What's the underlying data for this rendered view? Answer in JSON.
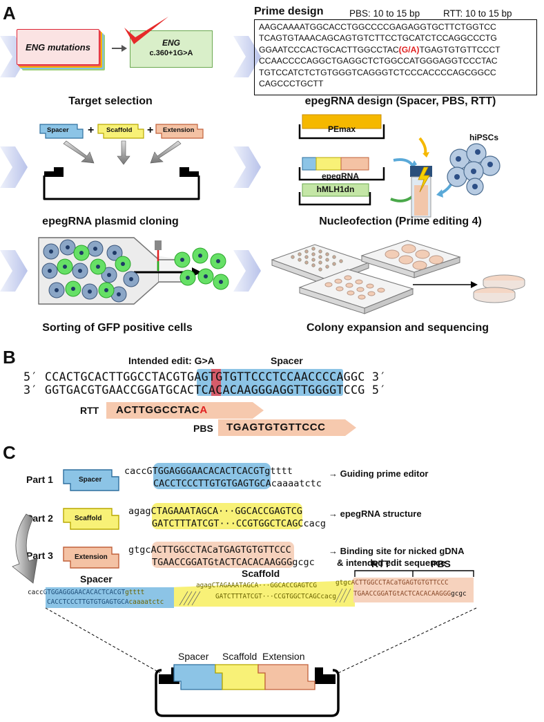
{
  "panels": {
    "a": "A",
    "b": "B",
    "c": "C"
  },
  "a": {
    "mutations_label": "ENG mutations",
    "target_gene": "ENG",
    "target_variant": "c.360+1G>A",
    "target_caption": "Target selection",
    "prime_title": "Prime design",
    "pbs_range": "PBS: 10 to 15 bp",
    "rtt_range": "RTT: 10 to 15 bp",
    "seq_lines": [
      "AAGCAAAATGGCACCTGGCCCCGAGAGGTGCTTCTGGTCC",
      "TCAGTGTAAACAGCAGTGTCTTCCTGCATCTCCAGGCCCTG",
      "GGAATCCCACTGCACTTGGCCTAC",
      "(G/A)",
      "TGAGTGTGTTCCCT",
      "CCAACCCCAGGCTGAGGCTCTGGCCATGGGAGGTCCCTAC",
      "TGTCCATCTCTGTGGGTCAGGGTCTCCCACCCCAGCGGCC",
      "CAGCCCTGCTT"
    ],
    "design_caption": "epegRNA design (Spacer, PBS, RTT)",
    "spacer": "Spacer",
    "scaffold": "Scaffold",
    "extension": "Extension",
    "plus": "+",
    "cloning_caption": "epegRNA plasmid cloning",
    "pemax": "PEmax",
    "epegrna": "epegRNA",
    "hmlh1dn": "hMLH1dn",
    "hipscs": "hiPSCs",
    "nucleo_caption": "Nucleofection (Prime editing 4)",
    "sorting_caption": "Sorting of GFP positive cells",
    "colony_caption": "Colony expansion and sequencing"
  },
  "b": {
    "intended_edit": "Intended edit: G>A",
    "spacer_label": "Spacer",
    "top_5": "5′",
    "top_pre": "CCACTGCACTTGGCCT",
    "top_ac": "AC",
    "top_g": "G",
    "top_spacer_rest": "TGAGTGTGTTCCCTCCA",
    "top_post": "ACCCCAGGC",
    "top_3": "3′",
    "bot_3": "3′",
    "bot_pre": "GGTGACGTGAACCGGA",
    "bot_tg": "TG",
    "bot_c": "C",
    "bot_spacer_rest": "ACTCACACAAGGGAGGT",
    "bot_post": "TGGGGTCCG",
    "bot_5": "5′",
    "rtt_label": "RTT",
    "rtt_seq": "ACTTGGCCTAC",
    "rtt_edit": "A",
    "pbs_label": "PBS",
    "pbs_seq": "TGAGTGTGTTCCC"
  },
  "c": {
    "part1": "Part 1",
    "part2": "Part 2",
    "part3": "Part 3",
    "p1_top_pre": "caccG",
    "p1_top_hl": "TGGAGGGAACACACTCACG",
    "p1_top_post": "Tgtttt",
    "p1_bot_hl": "CACCTCCCTTGTGTGAGTGC",
    "p1_bot_post": "Acaaaatctc",
    "p1_note": "→ Guiding prime editor",
    "p2_top_pre": "agag",
    "p2_top_hl": "CTAGAAATAGCA···GGCACCGAGTCG",
    "p2_bot_hl": "GATCTTTATCGT···CCGTGGCTCAGC",
    "p2_bot_post": "cacg",
    "p2_note": "→ epegRNA structure",
    "p3_top_pre": "gtgc",
    "p3_top_hl": "ACTTGGCCTACaTGAGTGTGTTCCC",
    "p3_bot_hl": "TGAACCGGATGtACTCACACAAGGG",
    "p3_bot_post": "gcgc",
    "p3_note1": "→ Binding site for nicked gDNA",
    "p3_note2": "& intended edit sequence",
    "asm_spacer": "Spacer",
    "asm_scaffold": "Scaffold",
    "asm_rtt": "RTT",
    "asm_pbs": "PBS",
    "asm_top_cacc": "cacc",
    "asm_top_spacer": "GTGGAGGGAACACACTCACGT",
    "asm_top_gtttt": "gtttt",
    "asm_top_agag": "agag",
    "asm_top_scaffold": "CTAGAAATAGCA···GGCACCGAGTCG",
    "asm_top_gtgc": "gtgc",
    "asm_top_ext": "ACTTGGCCTACaTGAGTGTGTTCCC",
    "asm_bot_spacer": "CACCTCCCTTGTGTGAGTGCA",
    "asm_bot_caaa": "caaaatctc",
    "asm_bot_scaffold": "GATCTTTATCGT···CCGTGGCTCAGC",
    "asm_bot_cacg": "cacg",
    "asm_bot_ext": "TGAACCGGATGtACTCACACAAGGG",
    "asm_bot_gcgc": "gcgc",
    "final_spacer": "Spacer",
    "final_scaffold": "Scaffold",
    "final_extension": "Extension"
  },
  "colors": {
    "spacer": "#8cc4e6",
    "scaffold": "#f8f177",
    "extension": "#f4c2a4",
    "pemax": "#f5b800",
    "hmlh1": "#c4e6a6",
    "edit_red": "#e02020",
    "chevron": "#c8d0ee"
  }
}
